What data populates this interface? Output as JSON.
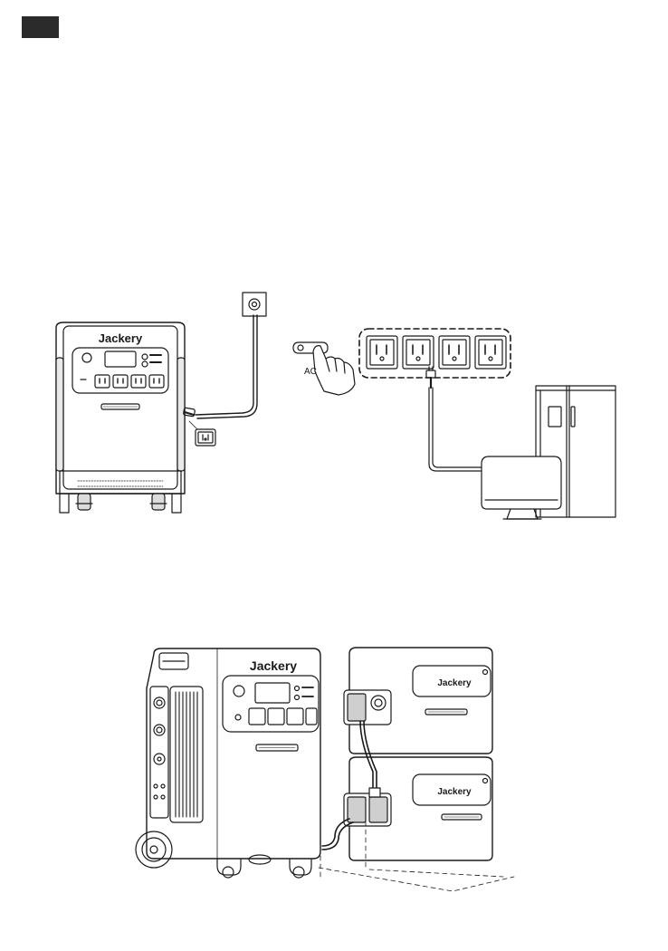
{
  "page": {
    "tab_label": ""
  },
  "figure1": {
    "station_brand": "Jackery",
    "ac_button_label": "AC"
  },
  "figure2": {
    "main_brand": "Jackery",
    "pack_top_brand": "Jackery",
    "pack_bottom_brand": "Jackery"
  },
  "colors": {
    "line": "#1a1a1a",
    "tab": "#2b2b2b",
    "background": "#ffffff"
  }
}
